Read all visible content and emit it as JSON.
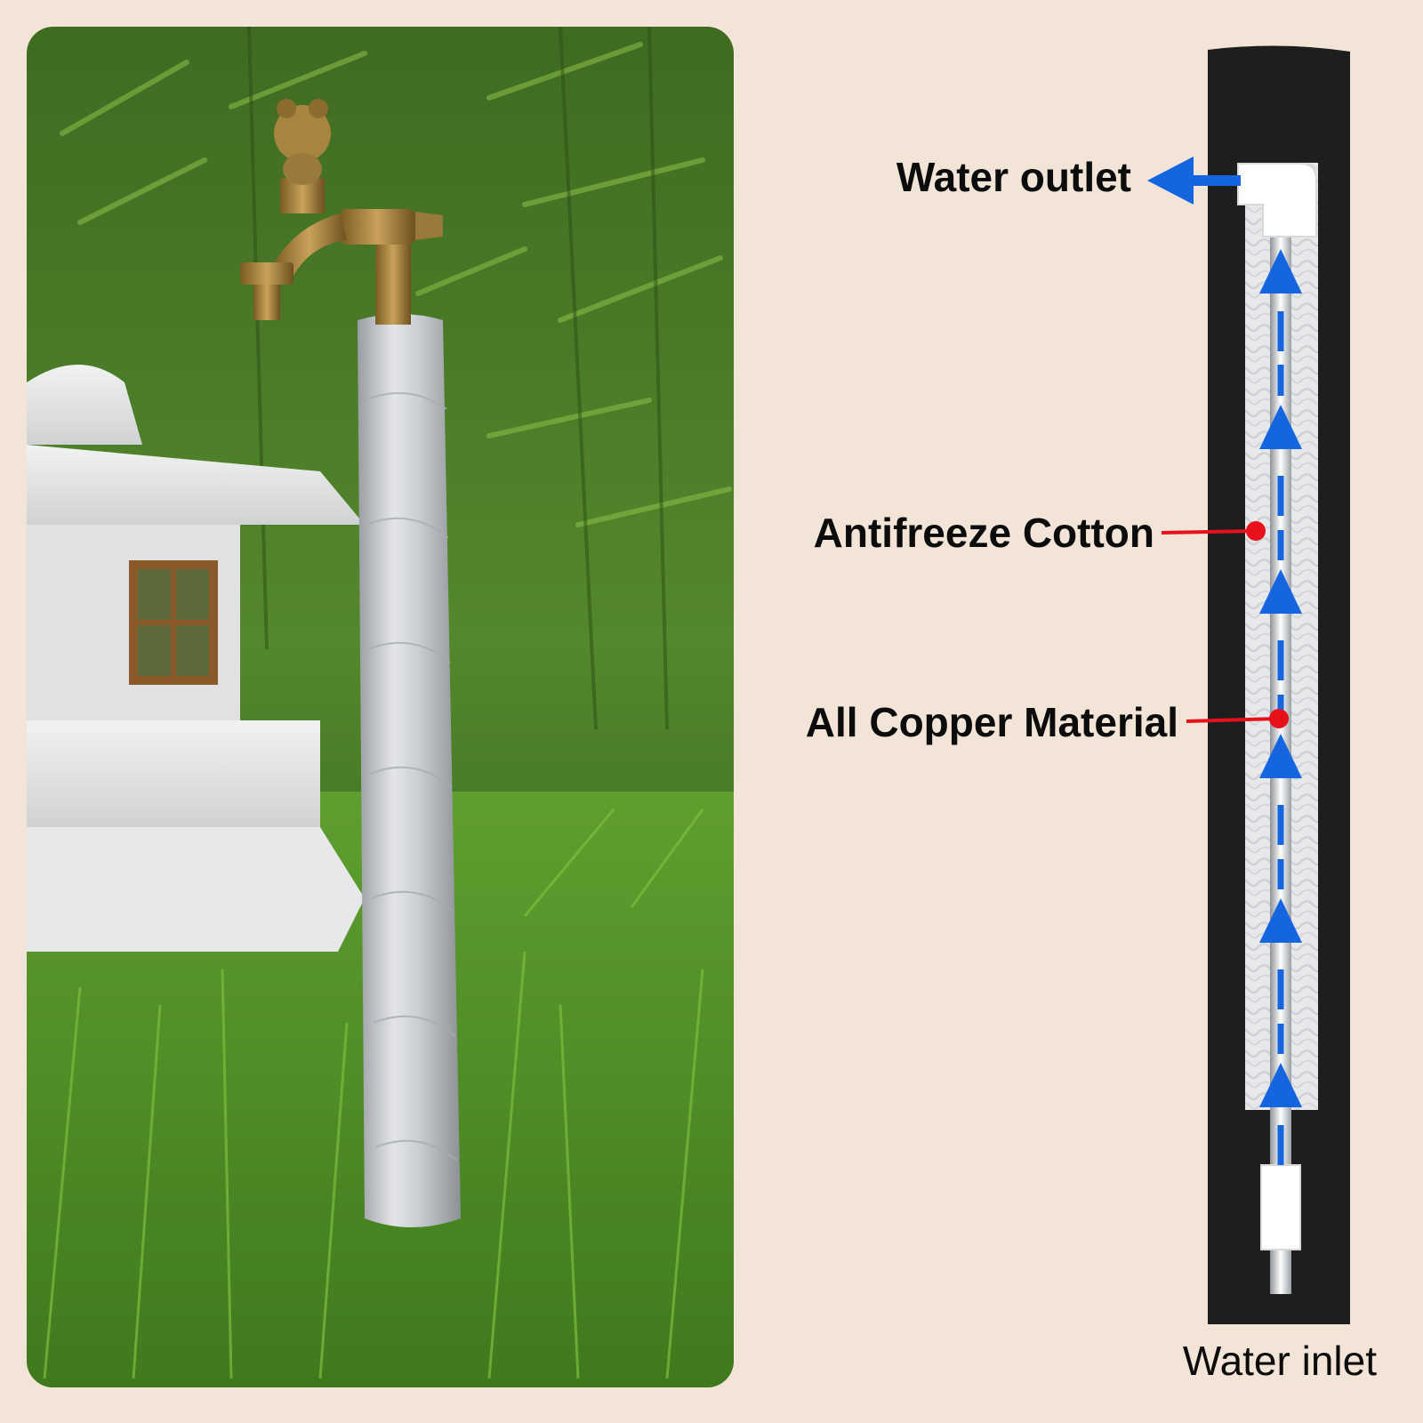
{
  "labels": {
    "water_outlet": "Water outlet",
    "antifreeze_cotton": "Antifreeze Cotton",
    "copper_material": "All Copper Material",
    "water_inlet": "Water inlet"
  },
  "colors": {
    "background": "#f2e4d6",
    "flow_arrow": "#1565e0",
    "callout_dot": "#e8101a",
    "casing": "#1e1e1e",
    "insulation": "#e8eaec"
  },
  "icons": [
    "flow-arrow-icon",
    "callout-dot-icon"
  ]
}
